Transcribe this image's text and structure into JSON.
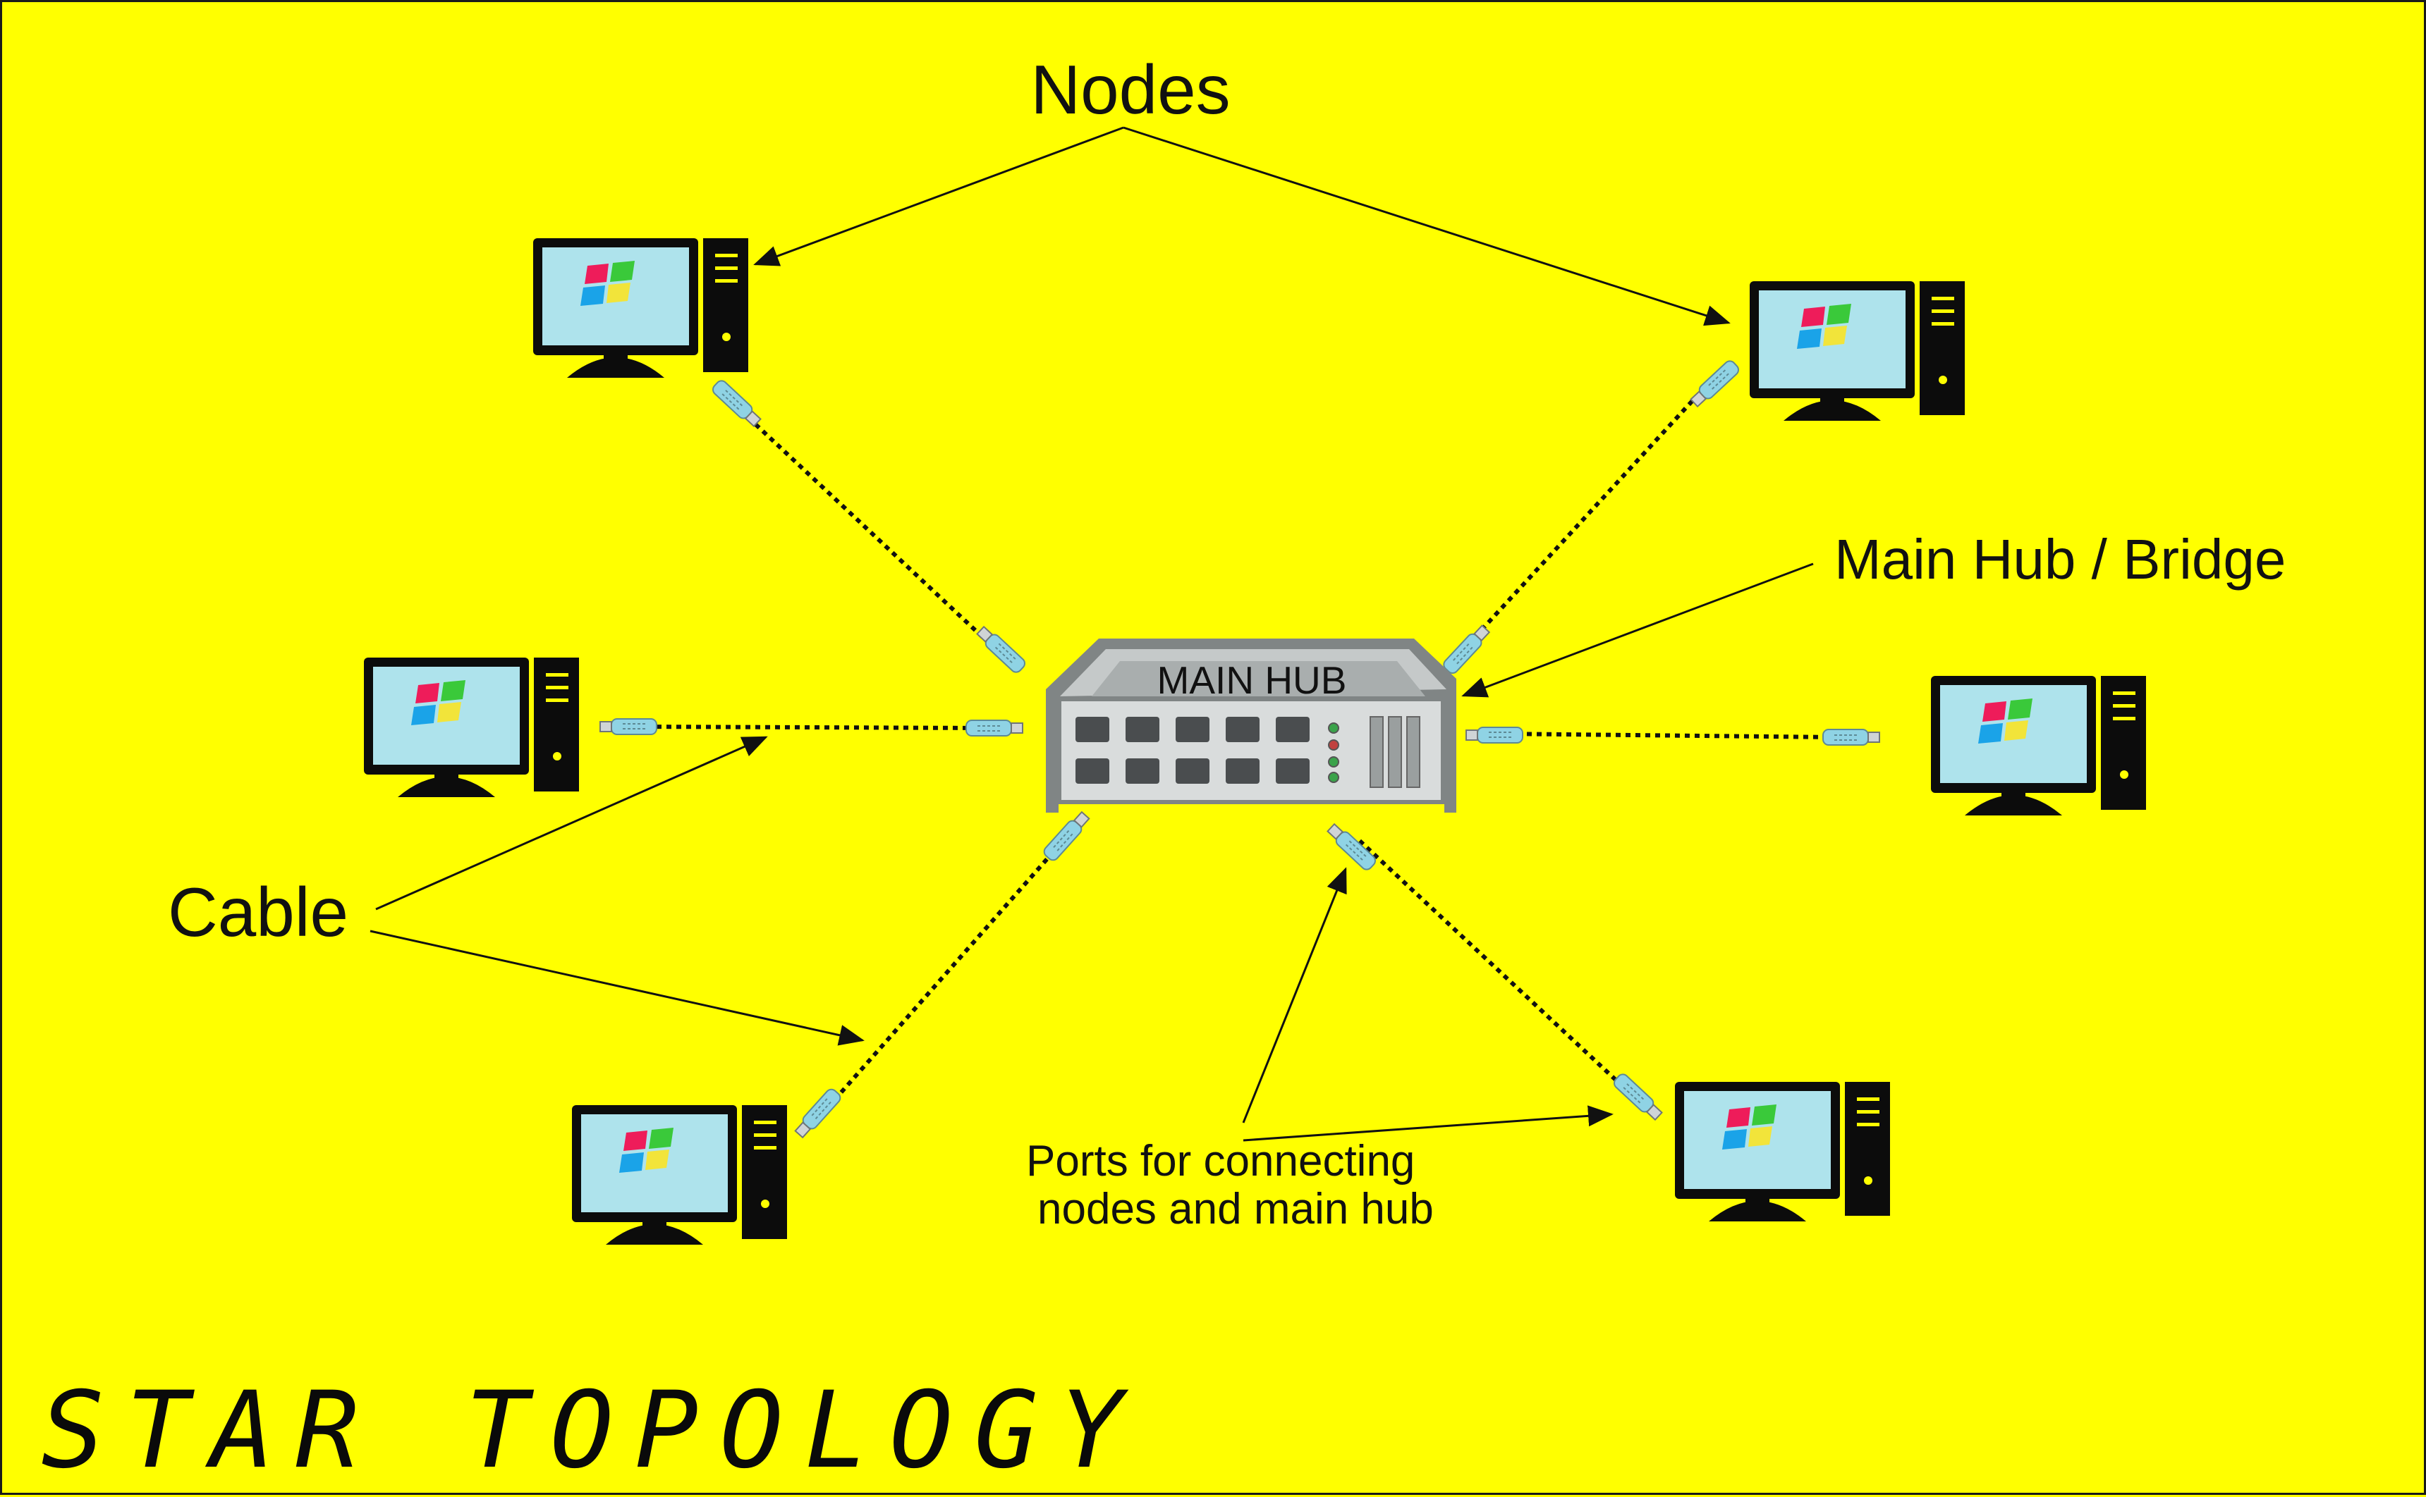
{
  "diagram": {
    "title": "STAR TOPOLOGY",
    "hub_label": "MAIN HUB",
    "labels": {
      "nodes": "Nodes",
      "main_hub": "Main Hub / Bridge",
      "cable": "Cable",
      "ports_line1": "Ports for connecting",
      "ports_line2": "nodes and main hub"
    },
    "node_count": 6,
    "colors": {
      "background": "#ffff00",
      "screen": "#aee3ec",
      "device": "#0c0c0c",
      "hub_body": "#d9dcdc",
      "hub_frame": "#808585",
      "connector": "#8fd3e4",
      "logo": [
        "#ee1c5a",
        "#3ac93a",
        "#1aa3e8",
        "#f2e43a"
      ]
    }
  }
}
